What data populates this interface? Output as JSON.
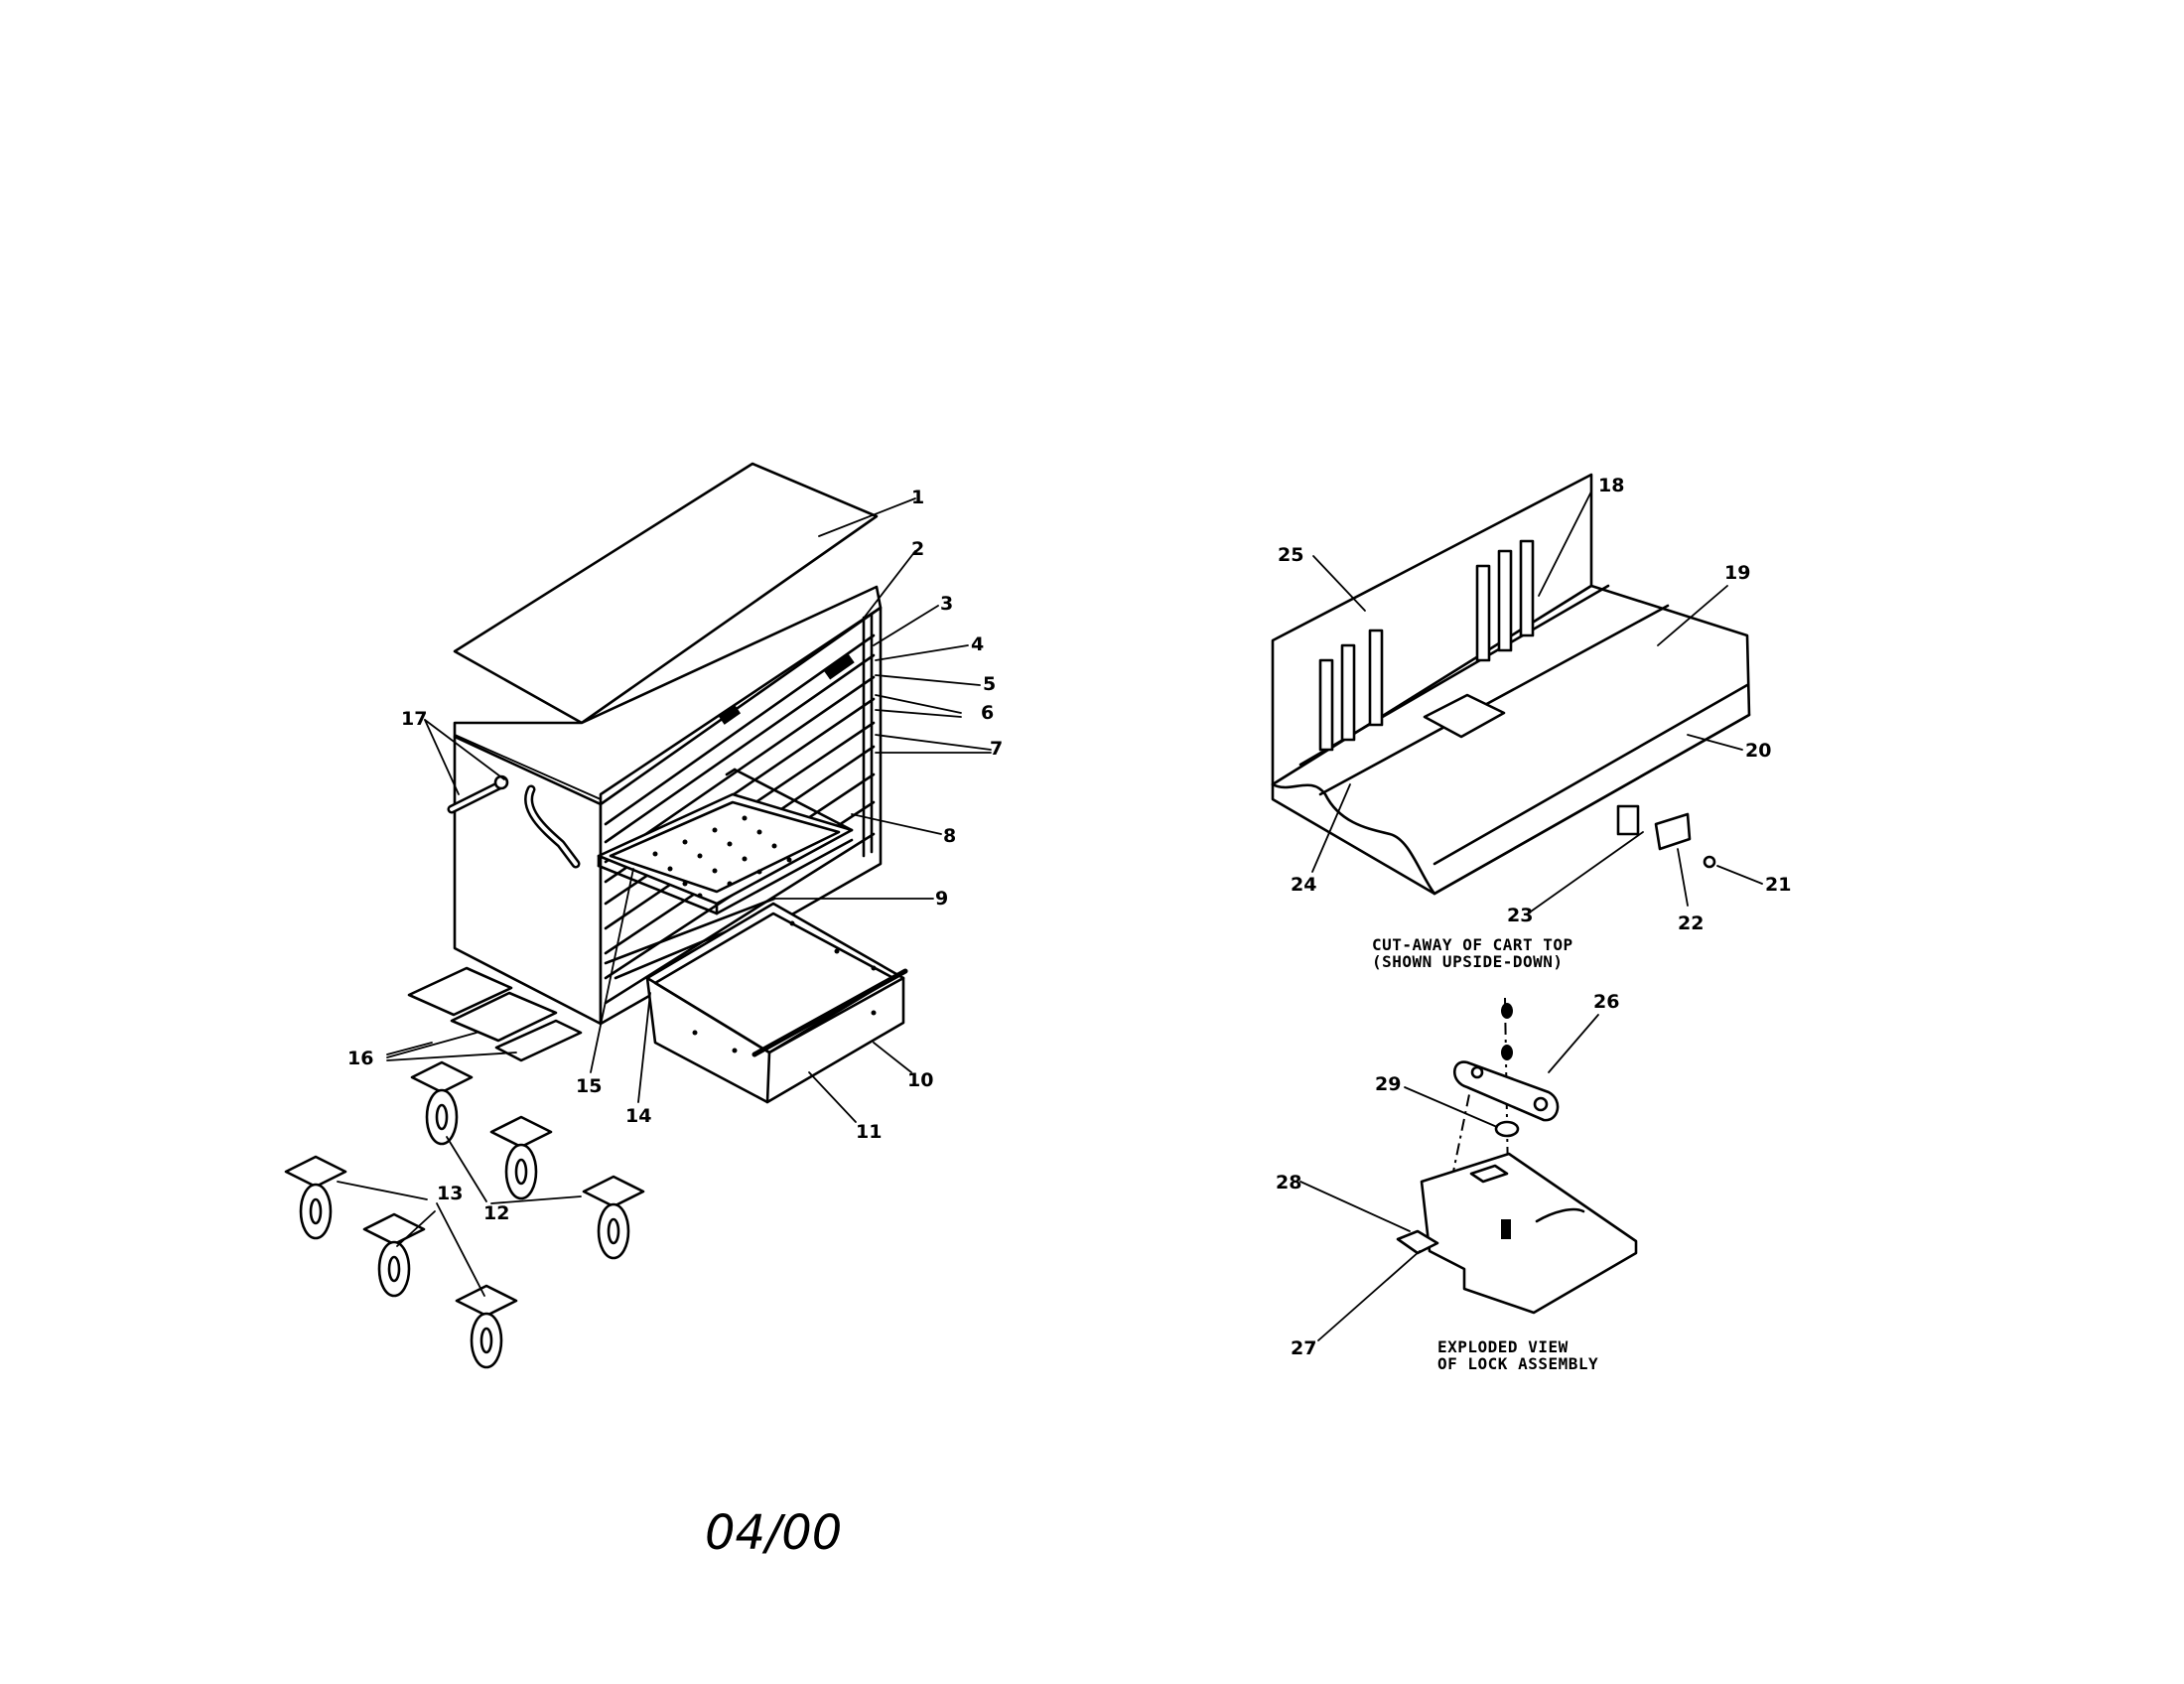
{
  "callouts": [
    {
      "id": "1",
      "text": "1"
    },
    {
      "id": "2",
      "text": "2"
    },
    {
      "id": "3",
      "text": "3"
    },
    {
      "id": "4",
      "text": "4"
    },
    {
      "id": "5",
      "text": "5"
    },
    {
      "id": "6",
      "text": "6"
    },
    {
      "id": "7",
      "text": "7"
    },
    {
      "id": "8",
      "text": "8"
    },
    {
      "id": "9",
      "text": "9"
    },
    {
      "id": "10",
      "text": "10"
    },
    {
      "id": "11",
      "text": "11"
    },
    {
      "id": "12",
      "text": "12"
    },
    {
      "id": "13",
      "text": "13"
    },
    {
      "id": "14",
      "text": "14"
    },
    {
      "id": "15",
      "text": "15"
    },
    {
      "id": "16",
      "text": "16"
    },
    {
      "id": "17",
      "text": "17"
    },
    {
      "id": "18",
      "text": "18"
    },
    {
      "id": "19",
      "text": "19"
    },
    {
      "id": "20",
      "text": "20"
    },
    {
      "id": "21",
      "text": "21"
    },
    {
      "id": "22",
      "text": "22"
    },
    {
      "id": "23",
      "text": "23"
    },
    {
      "id": "24",
      "text": "24"
    },
    {
      "id": "25",
      "text": "25"
    },
    {
      "id": "26",
      "text": "26"
    },
    {
      "id": "27",
      "text": "27"
    },
    {
      "id": "28",
      "text": "28"
    },
    {
      "id": "29",
      "text": "29"
    }
  ],
  "captions": {
    "cart_top_line1": "CUT-AWAY OF CART TOP",
    "cart_top_line2": "(SHOWN UPSIDE-DOWN)",
    "lock_line1": "EXPLODED VIEW",
    "lock_line2": "OF LOCK ASSEMBLY"
  },
  "date_code": "04/00"
}
